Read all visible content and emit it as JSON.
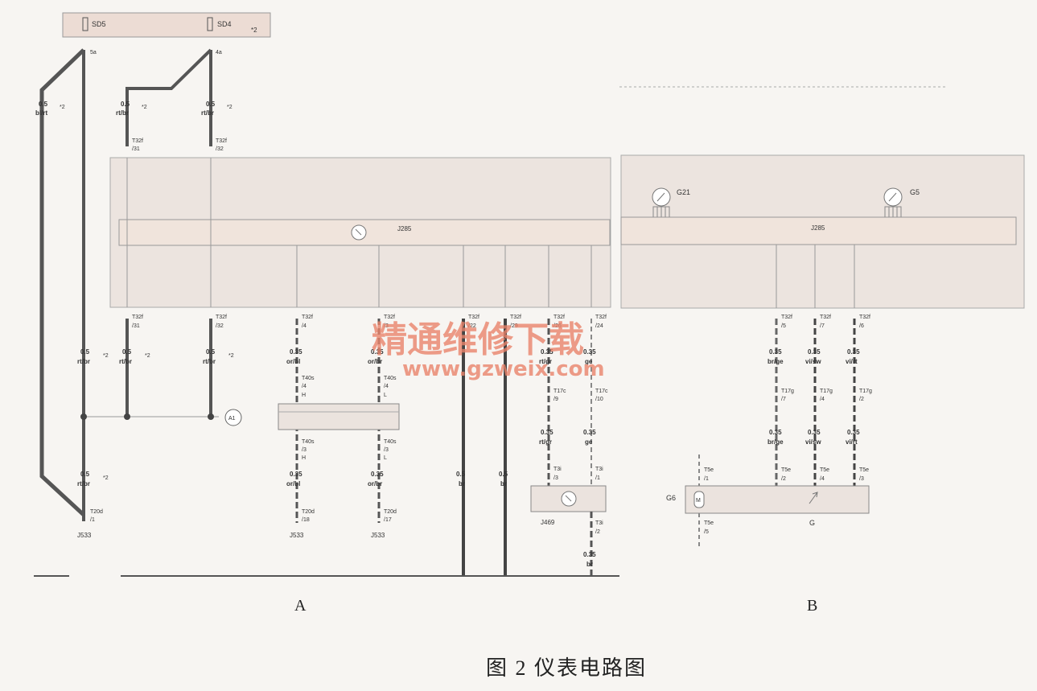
{
  "fuse_box": {
    "fuse_left": "SD5",
    "fuse_right": "SD4",
    "note": "*2",
    "pin_left": "5a",
    "pin_right": "4a"
  },
  "wires_top": [
    {
      "size": "0.5",
      "color": "bl/rt",
      "note": "*2"
    },
    {
      "size": "0.5",
      "color": "rt/br",
      "note": "*2"
    },
    {
      "size": "0.5",
      "color": "rt/br",
      "note": "*2"
    }
  ],
  "top_connectors": [
    {
      "conn": "T32f",
      "pin": "/31"
    },
    {
      "conn": "T32f",
      "pin": "/32"
    }
  ],
  "panel_a": {
    "module": "J285"
  },
  "panel_b": {
    "module": "J285",
    "gauge_left": "G21",
    "gauge_right": "G5"
  },
  "bottom_connectors_a": [
    {
      "conn": "T32f",
      "pin": "/31"
    },
    {
      "conn": "T32f",
      "pin": "/32"
    },
    {
      "conn": "T32f",
      "pin": "/4"
    },
    {
      "conn": "T32f",
      "pin": "/3"
    },
    {
      "conn": "T32f",
      "pin": "/22"
    },
    {
      "conn": "T32f",
      "pin": "/29"
    },
    {
      "conn": "T32f",
      "pin": "/26"
    },
    {
      "conn": "T32f",
      "pin": "/24"
    }
  ],
  "wires_mid_a": [
    {
      "size": "0.5",
      "color": "rt/br",
      "note": "*2"
    },
    {
      "size": "0.5",
      "color": "rt/br",
      "note": "*2"
    },
    {
      "size": "0.5",
      "color": "rt/br",
      "note": "*2"
    },
    {
      "size": "0.35",
      "color": "or/bl"
    },
    {
      "size": "0.35",
      "color": "or/br"
    },
    {
      "size": "0.35",
      "color": "rt/gr"
    },
    {
      "size": "0.35",
      "color": "ge"
    }
  ],
  "splice": "A1",
  "t40_connectors": [
    {
      "conn": "T40s",
      "pin": "/4",
      "ch": "H"
    },
    {
      "conn": "T40s",
      "pin": "/4",
      "ch": "L"
    },
    {
      "conn": "T40s",
      "pin": "/3",
      "ch": "H"
    },
    {
      "conn": "T40s",
      "pin": "/3",
      "ch": "L"
    }
  ],
  "t17c_connectors": [
    {
      "conn": "T17c",
      "pin": "/9"
    },
    {
      "conn": "T17c",
      "pin": "/10"
    }
  ],
  "wires_low_a": [
    {
      "size": "0.5",
      "color": "rt/br",
      "note": "*2"
    },
    {
      "size": "0.35",
      "color": "or/bl"
    },
    {
      "size": "0.35",
      "color": "or/br"
    },
    {
      "size": "0.5",
      "color": "br"
    },
    {
      "size": "0.5",
      "color": "br"
    },
    {
      "size": "0.35",
      "color": "rt/gr"
    },
    {
      "size": "0.35",
      "color": "ge"
    },
    {
      "size": "0.35",
      "color": "br"
    }
  ],
  "t20_connectors": [
    {
      "conn": "T20d",
      "pin": "/1"
    },
    {
      "conn": "T20d",
      "pin": "/18"
    },
    {
      "conn": "T20d",
      "pin": "/17"
    }
  ],
  "t3_connectors": [
    {
      "conn": "T3i",
      "pin": "/3"
    },
    {
      "conn": "T3i",
      "pin": "/1"
    },
    {
      "conn": "T3i",
      "pin": "/2"
    }
  ],
  "j533": "J533",
  "j469": "J469",
  "bottom_connectors_b": [
    {
      "conn": "T32f",
      "pin": "/5"
    },
    {
      "conn": "T32f",
      "pin": "/7"
    },
    {
      "conn": "T32f",
      "pin": "/6"
    }
  ],
  "wires_b": [
    {
      "size": "0.35",
      "color": "br/ge"
    },
    {
      "size": "0.35",
      "color": "vi/sw"
    },
    {
      "size": "0.35",
      "color": "vi/rt"
    }
  ],
  "t17g_connectors": [
    {
      "conn": "T17g",
      "pin": "/7"
    },
    {
      "conn": "T17g",
      "pin": "/4"
    },
    {
      "conn": "T17g",
      "pin": "/2"
    }
  ],
  "t5e_connectors": [
    {
      "conn": "T5e",
      "pin": "/1"
    },
    {
      "conn": "T5e",
      "pin": "/2"
    },
    {
      "conn": "T5e",
      "pin": "/4"
    },
    {
      "conn": "T5e",
      "pin": "/3"
    },
    {
      "conn": "T5e",
      "pin": "/5"
    }
  ],
  "sender": {
    "g6": "G6",
    "g": "G"
  },
  "watermark": {
    "line1": "精通维修下载",
    "line2": "www.gzweix.com"
  },
  "labels": {
    "a": "A",
    "b": "B",
    "caption": "图 2   仪表电路图"
  }
}
